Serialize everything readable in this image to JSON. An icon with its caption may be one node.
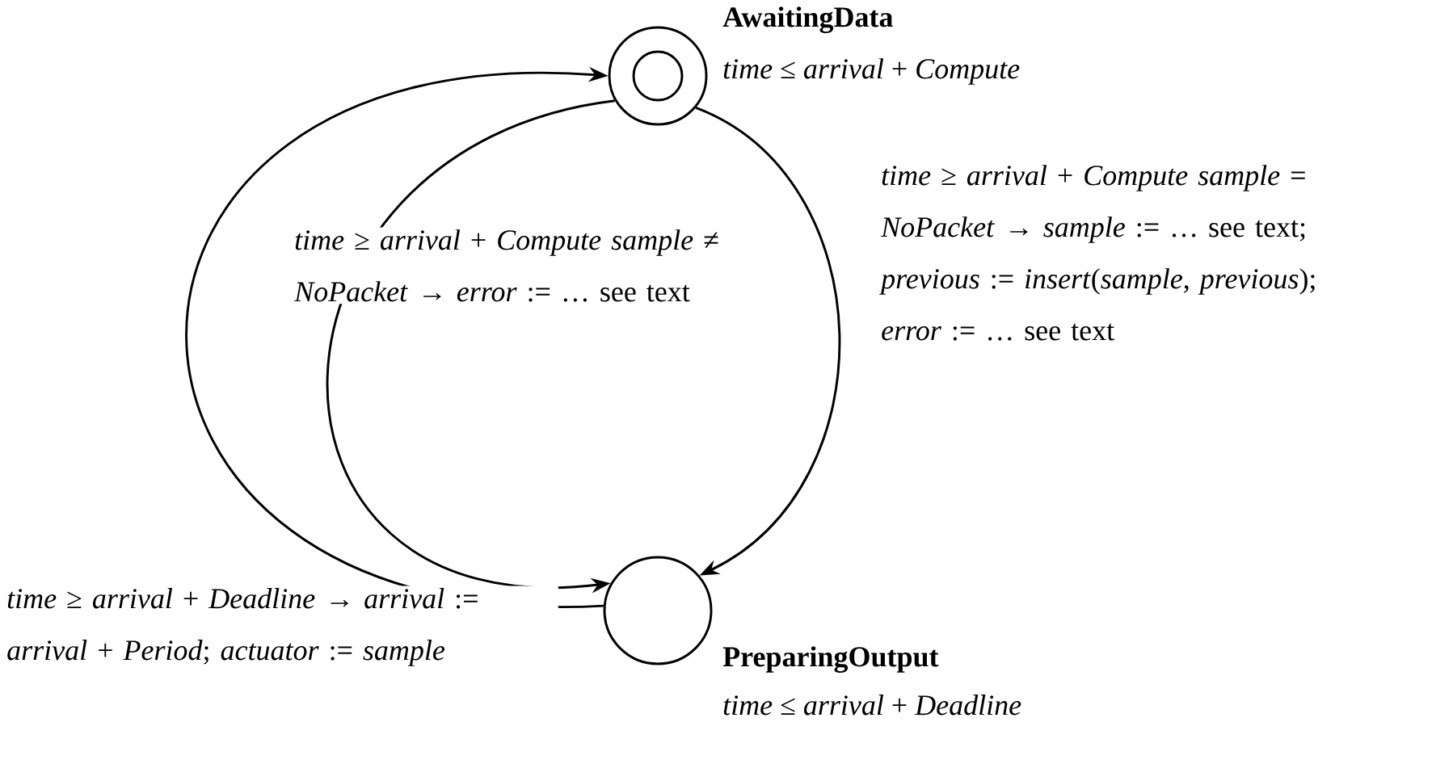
{
  "diagram": {
    "nodes": [
      {
        "text": [
          "AwaitingData",
          "*time* ≤ *arrival* + *Compute*"
        ]
      },
      {
        "text": [
          "PreparingOutput",
          "*time* ≤ *arrival* + *Deadline*"
        ]
      }
    ],
    "edges": [
      {
        "from": 0,
        "to": 1,
        "arrow": "to",
        "label": "*time* ≥ *arrival* + *Compute* *sample* = *NoPacket* → *sample* := … see text; *previous* := *insert*(*sample*, *previous*); *error* := … see text"
      },
      {
        "from": 0,
        "to": 1,
        "arrow": "to",
        "label": "*time* ≥ *arrival* + *Compute* *sample* ≠ *NoPacket* → *error* := … see text"
      },
      {
        "from": 1,
        "to": 0,
        "arrow": "to",
        "label": "*time* ≥ *arrival* + *Deadline* → *arrival* := *arrival* + *Period*; *actuator* := *sample*"
      }
    ]
  }
}
